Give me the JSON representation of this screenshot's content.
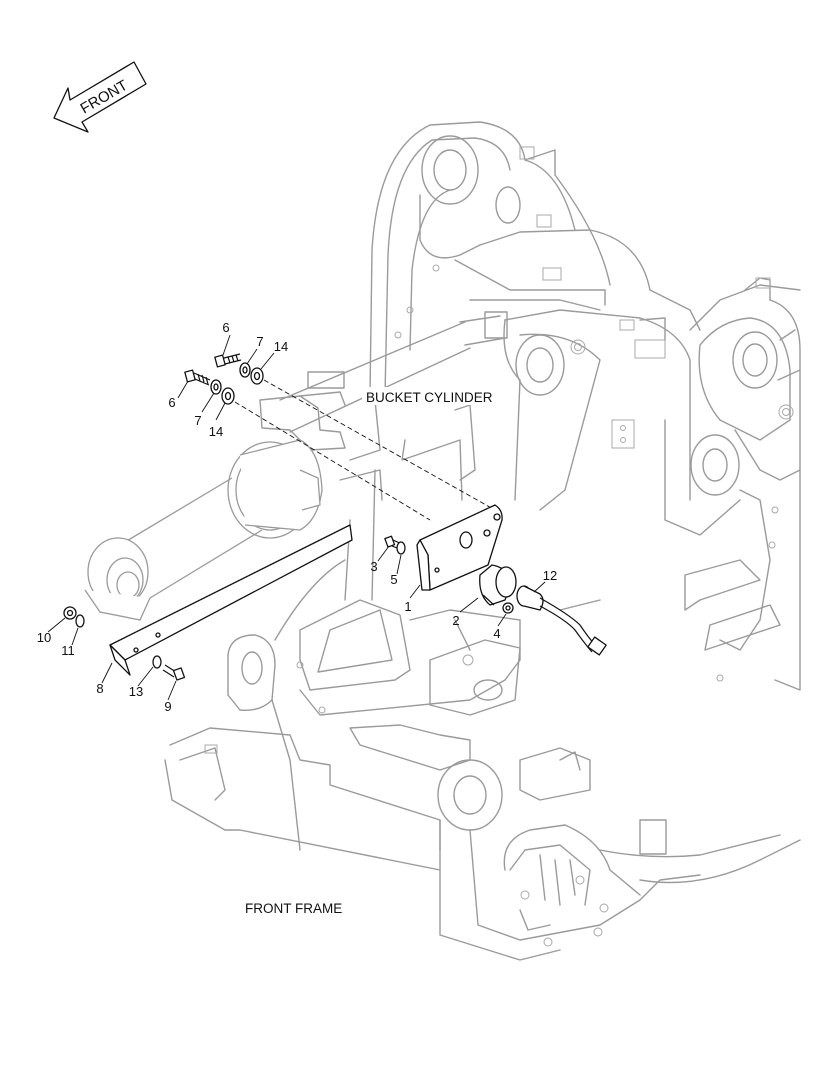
{
  "arrow_label": "FRONT",
  "labels": {
    "bucket_cylinder": "BUCKET CYLINDER",
    "front_frame": "FRONT FRAME"
  },
  "callouts": [
    {
      "id": "c6a",
      "text": "6"
    },
    {
      "id": "c7a",
      "text": "7"
    },
    {
      "id": "c14a",
      "text": "14"
    },
    {
      "id": "c6b",
      "text": "6"
    },
    {
      "id": "c7b",
      "text": "7"
    },
    {
      "id": "c14b",
      "text": "14"
    },
    {
      "id": "c3",
      "text": "3"
    },
    {
      "id": "c5",
      "text": "5"
    },
    {
      "id": "c1",
      "text": "1"
    },
    {
      "id": "c12",
      "text": "12"
    },
    {
      "id": "c2",
      "text": "2"
    },
    {
      "id": "c4",
      "text": "4"
    },
    {
      "id": "c10",
      "text": "10"
    },
    {
      "id": "c11",
      "text": "11"
    },
    {
      "id": "c8",
      "text": "8"
    },
    {
      "id": "c13",
      "text": "13"
    },
    {
      "id": "c9",
      "text": "9"
    }
  ]
}
